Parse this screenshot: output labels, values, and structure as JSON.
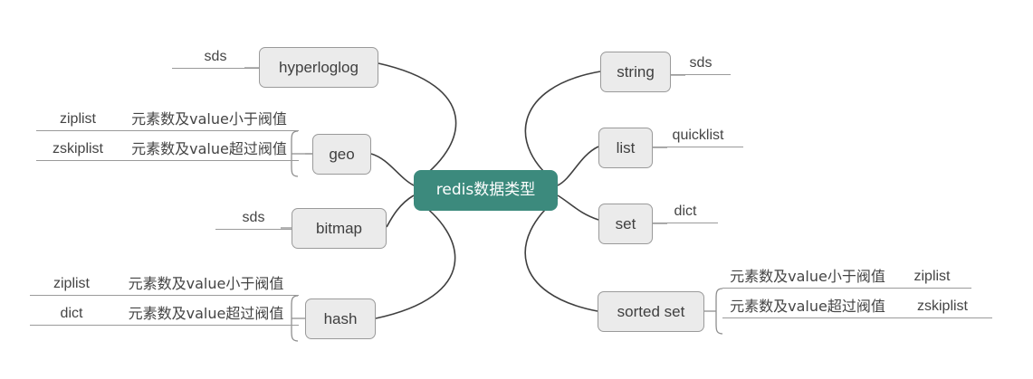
{
  "diagram": {
    "title": "redis数据类型",
    "type": "mindmap",
    "background": "#ffffff",
    "center_color": "#3c8a7d",
    "node_fill": "#ebebeb",
    "node_border": "#9a9a9a",
    "text_color": "#444444"
  },
  "center": {
    "label": "redis数据类型"
  },
  "left_branches": [
    {
      "key": "hyperloglog",
      "label": "hyperloglog",
      "leaves": [
        {
          "label": "sds"
        }
      ]
    },
    {
      "key": "geo",
      "label": "geo",
      "rows": [
        {
          "structure": "ziplist",
          "condition": "元素数及value小于阀值"
        },
        {
          "structure": "zskiplist",
          "condition": "元素数及value超过阀值"
        }
      ]
    },
    {
      "key": "bitmap",
      "label": "bitmap",
      "leaves": [
        {
          "label": "sds"
        }
      ]
    },
    {
      "key": "hash",
      "label": "hash",
      "rows": [
        {
          "structure": "ziplist",
          "condition": "元素数及value小于阀值"
        },
        {
          "structure": "dict",
          "condition": "元素数及value超过阀值"
        }
      ]
    }
  ],
  "right_branches": [
    {
      "key": "string",
      "label": "string",
      "leaves": [
        {
          "label": "sds"
        }
      ]
    },
    {
      "key": "list",
      "label": "list",
      "leaves": [
        {
          "label": "quicklist"
        }
      ]
    },
    {
      "key": "set",
      "label": "set",
      "leaves": [
        {
          "label": "dict"
        }
      ]
    },
    {
      "key": "sorted-set",
      "label": "sorted set",
      "rows": [
        {
          "condition": "元素数及value小于阀值",
          "structure": "ziplist"
        },
        {
          "condition": "元素数及value超过阀值",
          "structure": "zskiplist"
        }
      ]
    }
  ]
}
